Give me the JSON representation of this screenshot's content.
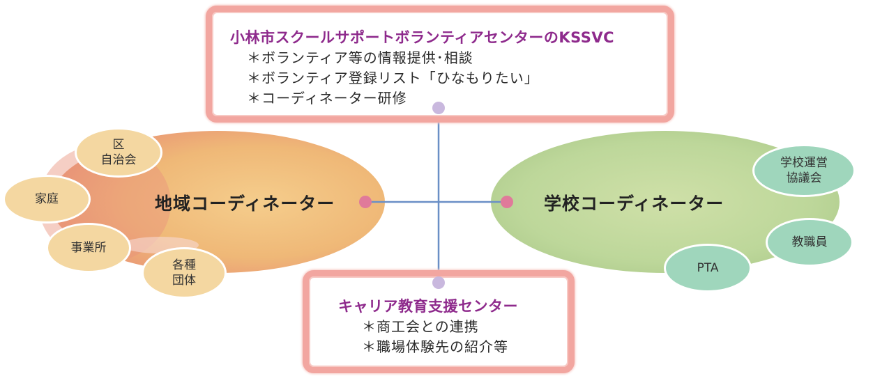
{
  "top_box": {
    "title": "小林市スクールサポートボランティアセンターのKSSVC",
    "lines": [
      "＊ボランティア等の情報提供･相談",
      "＊ボランティア登録リスト「ひなもりたい」",
      "＊コーディネーター研修"
    ]
  },
  "bottom_box": {
    "title": "キャリア教育支援センター",
    "lines": [
      "＊商工会との連携",
      "＊職場体験先の紹介等"
    ]
  },
  "community": {
    "label": "地域コーディネーター",
    "members": [
      {
        "id": "ward-council",
        "line1": "区",
        "line2": "自治会"
      },
      {
        "id": "family",
        "line1": "家庭",
        "line2": ""
      },
      {
        "id": "business",
        "line1": "事業所",
        "line2": ""
      },
      {
        "id": "groups",
        "line1": "各種",
        "line2": "団体"
      }
    ]
  },
  "school": {
    "label": "学校コーディネーター",
    "members": [
      {
        "id": "school-council",
        "line1": "学校運営",
        "line2": "協議会"
      },
      {
        "id": "staff",
        "line1": "教職員",
        "line2": ""
      },
      {
        "id": "pta",
        "line1": "PTA",
        "line2": ""
      }
    ]
  },
  "colors": {
    "box_border": "#f2a6a0",
    "title_purple": "#8e2a8c",
    "connector": "#6a8fc6",
    "dot_top": "#c9b8de",
    "dot_mid": "#e07a9a",
    "community_fill": "#f0c07a",
    "school_fill": "#bcd79a"
  }
}
